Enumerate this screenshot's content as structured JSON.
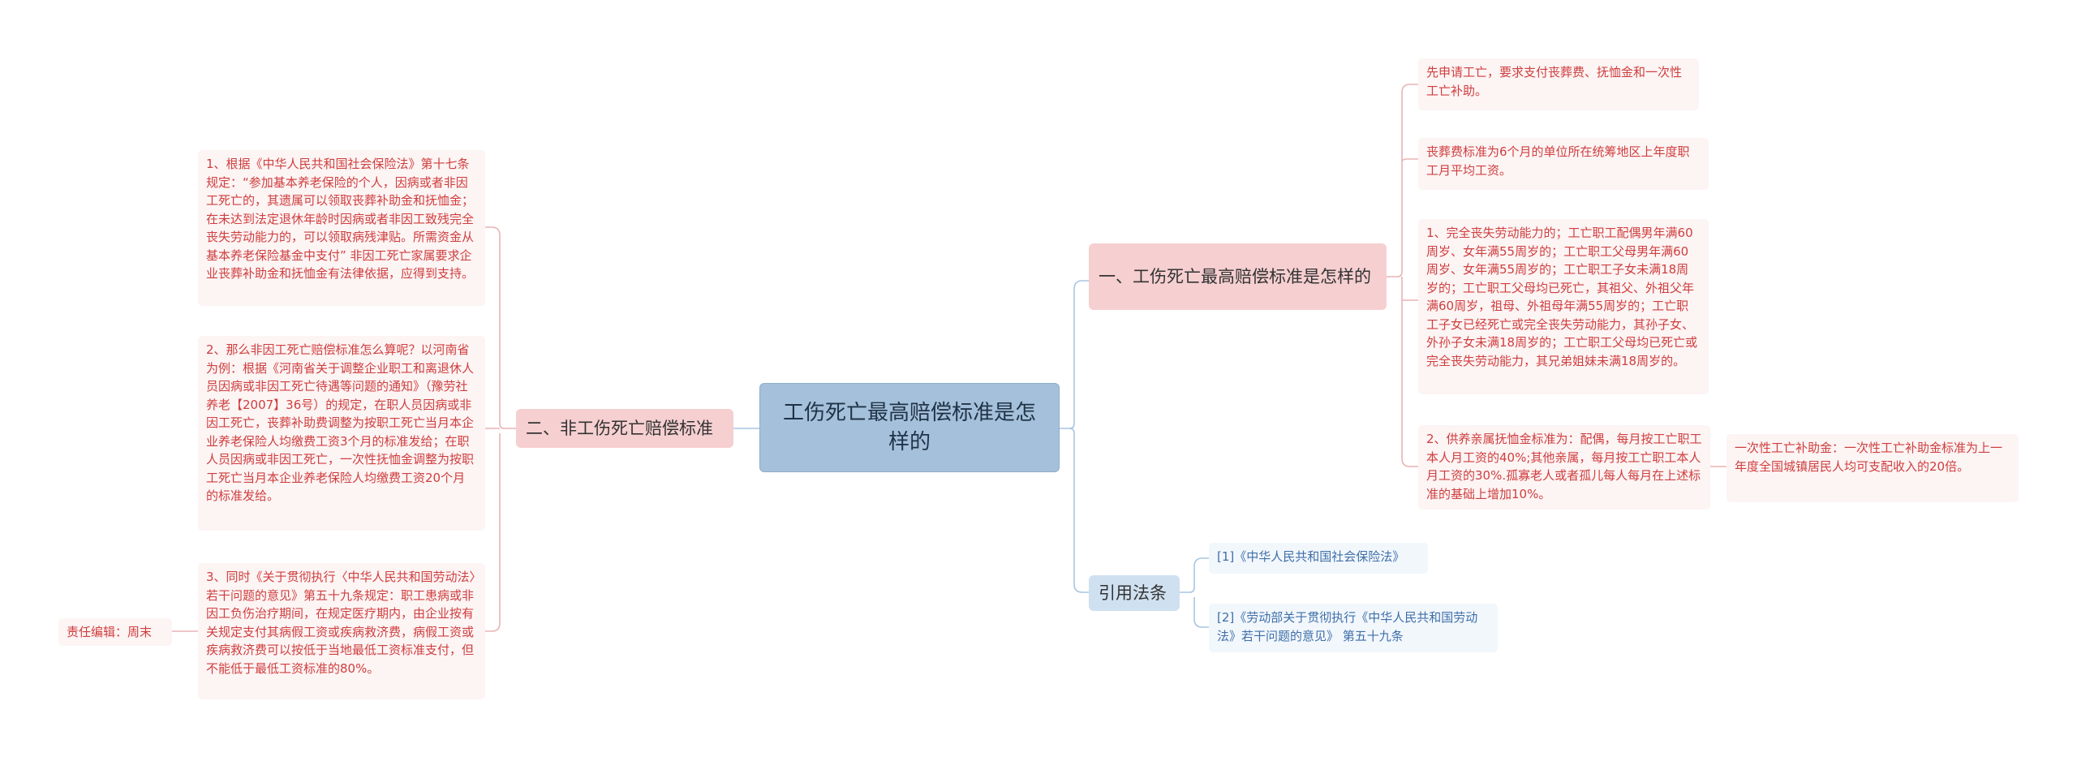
{
  "root": {
    "title": "工伤死亡最高赔偿标准是怎样的"
  },
  "right_branches": [
    {
      "label": "一、工伤死亡最高赔偿标准是怎样的"
    },
    {
      "label": "引用法条"
    }
  ],
  "left_branches": [
    {
      "label": "二、非工伤死亡赔偿标准"
    }
  ],
  "branch1_items": [
    {
      "text": "先申请工亡，要求支付丧葬费、抚恤金和一次性工亡补助。"
    },
    {
      "text": "丧葬费标准为6个月的单位所在统筹地区上年度职工月平均工资。"
    },
    {
      "text": "1、完全丧失劳动能力的；工亡职工配偶男年满60周岁、女年满55周岁的；工亡职工父母男年满60周岁、女年满55周岁的；工亡职工子女未满18周岁的；工亡职工父母均已死亡，其祖父、外祖父年满60周岁，祖母、外祖母年满55周岁的；工亡职工子女已经死亡或完全丧失劳动能力，其孙子女、外孙子女未满18周岁的；工亡职工父母均已死亡或完全丧失劳动能力，其兄弟姐妹未满18周岁的。"
    },
    {
      "text": "2、供养亲属抚恤金标准为：配偶，每月按工亡职工本人月工资的40%;其他亲属，每月按工亡职工本人月工资的30%.孤寡老人或者孤儿每人每月在上述标准的基础上增加10%。"
    }
  ],
  "branch1_sub": {
    "text": "一次性工亡补助金：一次性工亡补助金标准为上一年度全国城镇居民人均可支配收入的20倍。"
  },
  "references": [
    {
      "text": "[1]《中华人民共和国社会保险法》"
    },
    {
      "text": "[2]《劳动部关于贯彻执行《中华人民共和国劳动法》若干问题的意见》 第五十九条"
    }
  ],
  "left_items": [
    {
      "text": "1、根据《中华人民共和国社会保险法》第十七条规定：“参加基本养老保险的个人，因病或者非因工死亡的，其遗属可以领取丧葬补助金和抚恤金；在未达到法定退休年龄时因病或者非因工致残完全丧失劳动能力的，可以领取病残津贴。所需资金从基本养老保险基金中支付” 非因工死亡家属要求企业丧葬补助金和抚恤金有法律依据，应得到支持。"
    },
    {
      "text": "2、那么非因工死亡赔偿标准怎么算呢？以河南省为例：根据《河南省关于调整企业职工和离退休人员因病或非因工死亡待遇等问题的通知》（豫劳社养老【2007】36号）的规定，在职人员因病或非因工死亡，丧葬补助费调整为按职工死亡当月本企业养老保险人均缴费工资3个月的标准发给；在职人员因病或非因工死亡，一次性抚恤金调整为按职工死亡当月本企业养老保险人均缴费工资20个月的标准发给。"
    },
    {
      "text": "3、同时《关于贯彻执行〈中华人民共和国劳动法〉若干问题的意见》第五十九条规定：职工患病或非因工负伤治疗期间，在规定医疗期内，由企业按有关规定支付其病假工资或疾病救济费，病假工资或疾病救济费可以按低于当地最低工资标准支付，但不能低于最低工资标准的80%。"
    }
  ],
  "editor": {
    "text": "责任编辑：周末"
  },
  "colors": {
    "root_bg": "#a5c0da",
    "branch_red_bg": "#f6cfd1",
    "branch_blue_bg": "#cfe0f0",
    "leaf_red_text": "#cf3e3e",
    "leaf_blue_text": "#3f6fa8",
    "link_red": "#e8b4b6",
    "link_blue": "#a9c6e2"
  }
}
